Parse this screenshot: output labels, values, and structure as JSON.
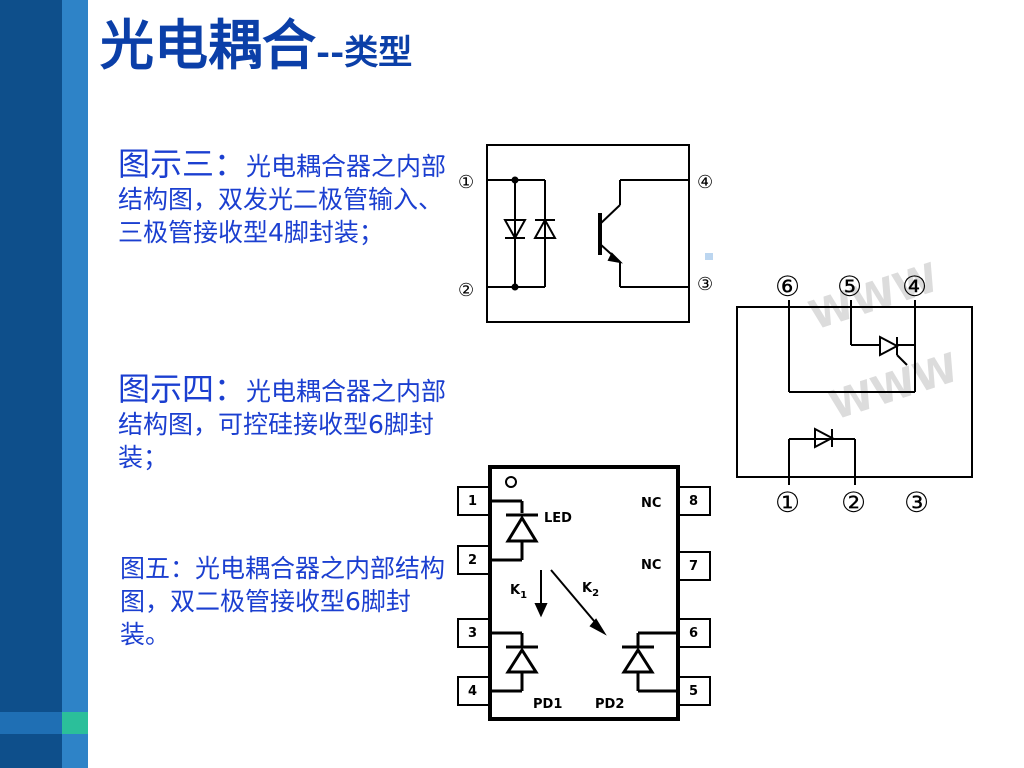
{
  "title": {
    "main": "光电耦合",
    "sub": "--类型"
  },
  "paragraphs": [
    {
      "lead": "图示三：",
      "text": "光电耦合器之内部结构图，双发光二极管输入、三极管接收型4脚封装；"
    },
    {
      "lead": "图示四：",
      "text": "光电耦合器之内部结构图，可控硅接收型6脚封装；"
    },
    {
      "lead": "",
      "text": "图五：光电耦合器之内部结构图，双二极管接收型6脚封装。"
    }
  ],
  "diagram3": {
    "pins": [
      "①",
      "②",
      "④",
      "③"
    ]
  },
  "diagram4": {
    "pins_top": [
      "⑥",
      "⑤",
      "④"
    ],
    "pins_bottom": [
      "①",
      "②",
      "③"
    ],
    "watermark": "WWW"
  },
  "diagram5": {
    "pins_left": [
      "1",
      "2",
      "3",
      "4"
    ],
    "pins_right": [
      "8",
      "7",
      "6",
      "5"
    ],
    "nc_top": "NC",
    "nc_bottom": "NC",
    "led_label": "LED",
    "k1": "K",
    "k1_sub": "1",
    "k2": "K",
    "k2_sub": "2",
    "pd1": "PD1",
    "pd2": "PD2"
  }
}
